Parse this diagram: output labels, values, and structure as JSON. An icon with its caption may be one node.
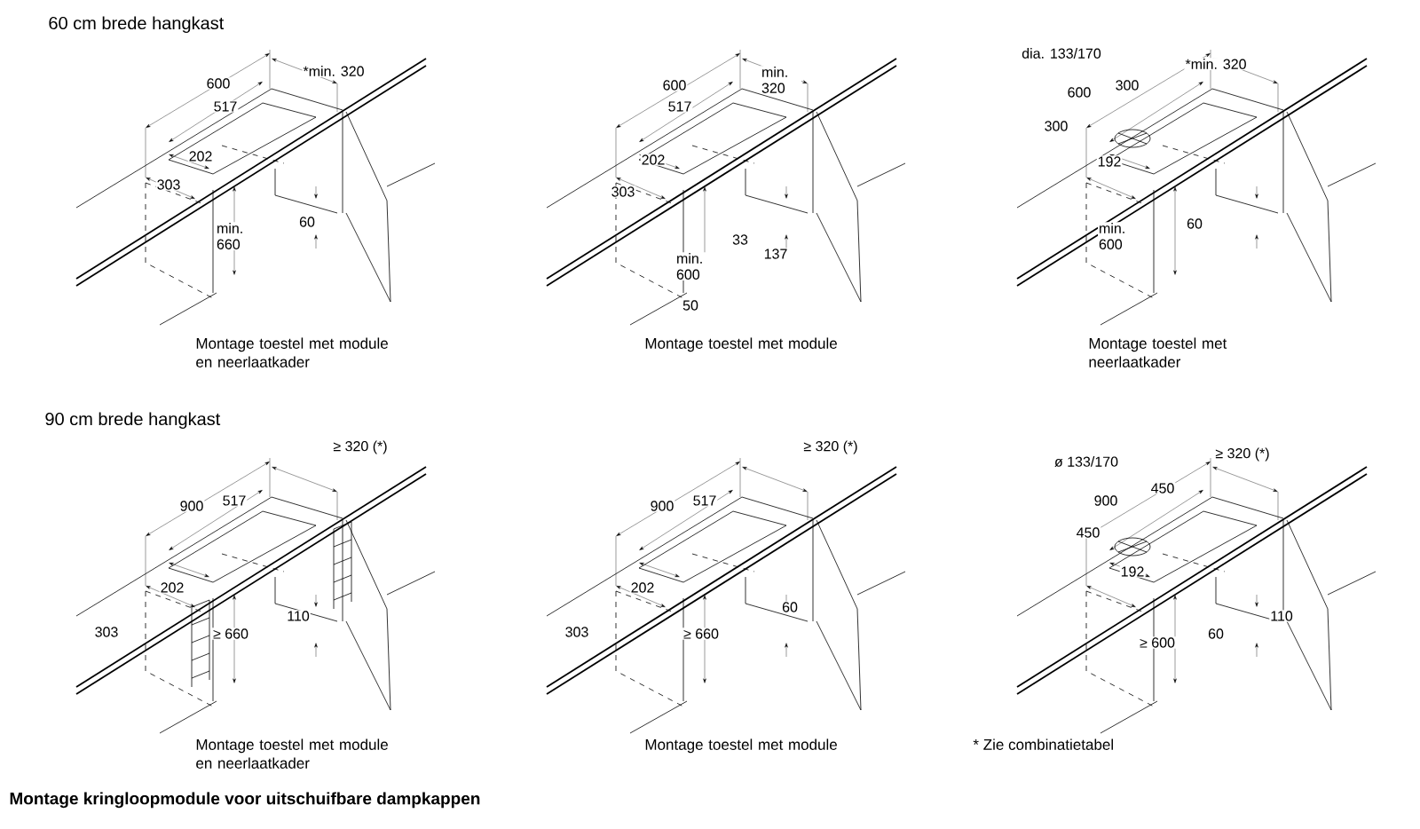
{
  "diagram": {
    "title": "Montage kringloopmodule voor uitschuifbare dampkappen",
    "labels": [
      "60 cm brede hangkast",
      "600",
      "517",
      "*min. 320",
      "202",
      "303",
      "min. 660",
      "60",
      "Montage toestel met module en neerlaatkader",
      "600",
      "517",
      "min. 320",
      "202",
      "303",
      "33",
      "137",
      "min. 600",
      "50",
      "Montage toestel met module",
      "dia. 133/170",
      "600",
      "300",
      "*min. 320",
      "300",
      "192",
      "min. 600",
      "60",
      "Montage toestel met neerlaatkader",
      "90 cm brede hangkast",
      "900",
      "517",
      "≥ 320 (*)",
      "202",
      "303",
      "≥ 660",
      "110",
      "Montage toestel met module en neerlaatkader",
      "900",
      "517",
      "≥ 320 (*)",
      "202",
      "303",
      "≥ 660",
      "60",
      "Montage toestel met module",
      "ø 133/170",
      "900",
      "450",
      "≥ 320 (*)",
      "450",
      "192",
      "≥ 600",
      "60",
      "110",
      "* Zie combinatietabel"
    ]
  }
}
